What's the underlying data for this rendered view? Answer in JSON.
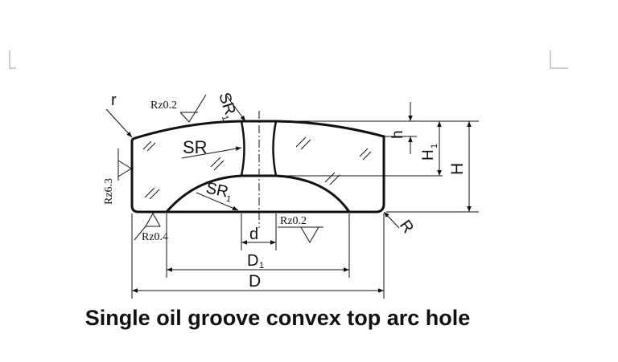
{
  "diagram": {
    "caption": "Single oil groove convex top arc hole",
    "labels": {
      "r": "r",
      "sr1_top": "SR",
      "sr1_top_sub": "1",
      "sr": "SR",
      "sr1_bottom": "SR",
      "sr1_bottom_sub": "1",
      "h_small": "h",
      "h1": "H",
      "h1_sub": "1",
      "h": "H",
      "r_corner": "R",
      "d": "d",
      "d1": "D",
      "d1_sub": "1",
      "d_outer": "D"
    },
    "roughness": {
      "top": "Rz0.2",
      "left": "Rz6.3",
      "bottom_left": "Rz0.4",
      "bottom_right": "Rz0.2"
    }
  }
}
